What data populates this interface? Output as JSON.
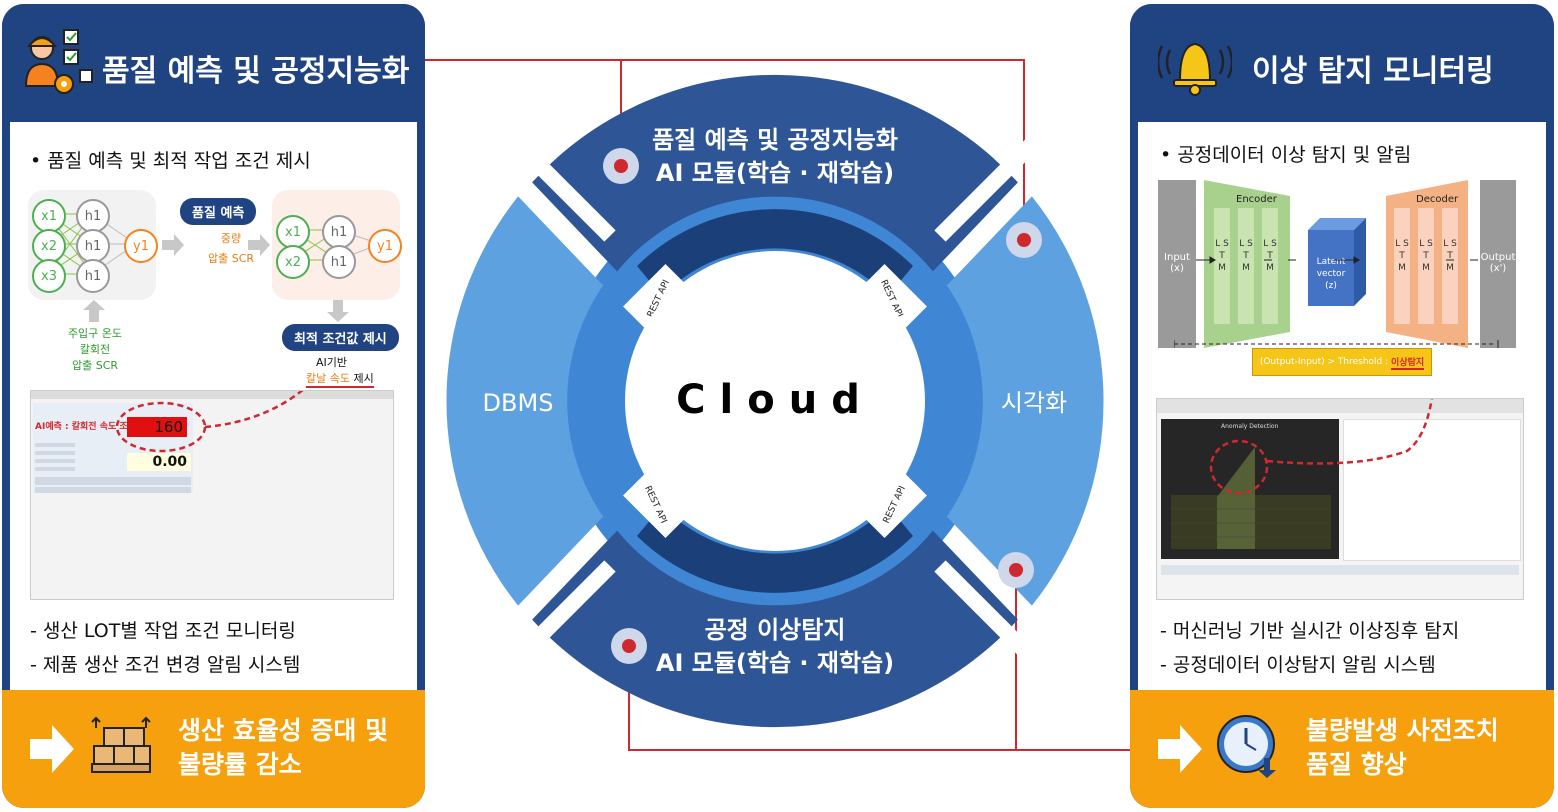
{
  "left_panel": {
    "title": "품질 예측 및 공정지능화",
    "bullet": "품질 예측 및 최적 작업 조건 제시",
    "nn1_nodes": [
      "x1",
      "x2",
      "x3",
      "h1",
      "h1",
      "h1",
      "y1"
    ],
    "nn2_nodes": [
      "x1",
      "x2",
      "h1",
      "h1",
      "y1"
    ],
    "predict_label": "품질 예측",
    "predict_items": [
      "중량",
      "압출 SCR"
    ],
    "inputs": [
      "주입구 온도",
      "칼회전",
      "압출 SCR"
    ],
    "optimal_label": "최적 조건값 제시",
    "ai_text_1": "AI기반",
    "ai_text_2": "칼날 속도",
    "ai_text_3": "제시",
    "screen": {
      "ai_prediction": "AI예측 : 칼회전 속도 조정",
      "value_big": "160",
      "value_small": "0.00"
    },
    "items": [
      "- 생산 LOT별 작업 조건 모니터링",
      "- 제품 생산 조건 변경 알림 시스템"
    ],
    "footer": [
      "생산 효율성 증대 및",
      "불량률 감소"
    ]
  },
  "right_panel": {
    "title": "이상 탐지 모니터링",
    "bullet": "공정데이터 이상 탐지 및 알림",
    "input_label": [
      "Input",
      "(x)"
    ],
    "encoder_label": "Encoder",
    "decoder_label": "Decoder",
    "lstm_letters": "L S T M",
    "latent_label": [
      "Latent",
      "vector",
      "(z)"
    ],
    "output_label": [
      "Output",
      "(x')"
    ],
    "threshold_text": "(Output-Input) > Threshold :",
    "threshold_result": "이상탐지",
    "chart_title": "Anomaly Detection",
    "items": [
      "- 머신러닝 기반 실시간 이상징후 탐지",
      "- 공정데이터 이상탐지 알림 시스템"
    ],
    "footer": [
      "불량발생 사전조치",
      "품질 향상"
    ]
  },
  "ring": {
    "center": "Cloud",
    "top": [
      "품질 예측 및 공정지능화",
      "AI 모듈(학습 · 재학습)"
    ],
    "bottom": [
      "공정 이상탐지",
      "AI 모듈(학습 · 재학습)"
    ],
    "left": "DBMS",
    "right": "시각화",
    "api_label": "REST API"
  },
  "colors": {
    "navy": "#1f4481",
    "orange": "#f5a00c",
    "ring_dark": "#2e5595",
    "ring_light": "#5ea1e0",
    "connector": "#d0282f"
  }
}
